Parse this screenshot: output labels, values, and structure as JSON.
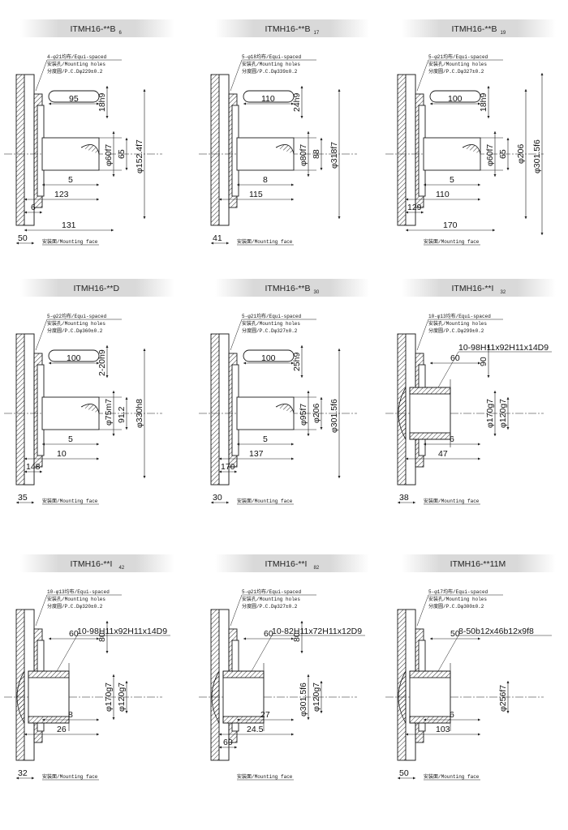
{
  "colors": {
    "line": "#1a1a1a",
    "hatch": "#1a1a1a",
    "title_band": "#d9d9d9",
    "background": "#ffffff"
  },
  "panels": [
    {
      "title_main": "ITMH16-**B",
      "title_sub": "6",
      "notes": [
        "4-φ21均布/Equi-spaced",
        "安装孔/Mounting holes",
        "分度圆/P.C.Dφ229±0.2"
      ],
      "spline": "",
      "dims": {
        "a": "95",
        "b": "18h9",
        "c": "65",
        "d": "φ60f7",
        "e": "φ152.4f7",
        "f": "",
        "g": "5",
        "h": "123",
        "i": "6",
        "j": "131",
        "k": "50"
      },
      "face": "安装面/Mounting face"
    },
    {
      "title_main": "ITMH16-**B",
      "title_sub": "17",
      "notes": [
        "5-φ18均布/Equi-spaced",
        "安装孔/Mounting holes",
        "分度圆/P.C.Dφ339±0.2"
      ],
      "spline": "",
      "dims": {
        "a": "110",
        "b": "24h9",
        "c": "88",
        "d": "φ80f7",
        "e": "φ318f7",
        "f": "",
        "g": "8",
        "h": "115",
        "i": "",
        "j": "",
        "k": "41"
      },
      "face": "安装面/Mounting face"
    },
    {
      "title_main": "ITMH16-**B",
      "title_sub": "19",
      "notes": [
        "5-φ21均布/Equi-spaced",
        "安装孔/Mounting holes",
        "分度圆/P.C.Dφ327±0.2"
      ],
      "spline": "",
      "dims": {
        "a": "100",
        "b": "18h9",
        "c": "65",
        "d": "φ60f7",
        "e": "φ206",
        "f": "φ301.5f6",
        "g": "5",
        "h": "110",
        "i": "129",
        "j": "170",
        "k": ""
      },
      "face": "安装面/Mounting face"
    },
    {
      "title_main": "ITMH16-**D",
      "title_sub": "",
      "notes": [
        "5-φ22均布/Equi-spaced",
        "安装孔/Mounting holes",
        "分度圆/P.C.Dφ360±0.2"
      ],
      "spline": "",
      "dims": {
        "a": "100",
        "b": "2-20h9",
        "c": "91.2",
        "d": "φ75m7",
        "e": "φ330h8",
        "f": "",
        "g": "5",
        "h": "10",
        "i": "148",
        "j": "",
        "k": "35"
      },
      "face": "安装面/Mounting face"
    },
    {
      "title_main": "ITMH16-**B",
      "title_sub": "30",
      "notes": [
        "5-φ21均布/Equi-spaced",
        "安装孔/Mounting holes",
        "分度圆/P.C.Dφ327±0.2"
      ],
      "spline": "",
      "dims": {
        "a": "100",
        "b": "25h9",
        "c": "φ206",
        "d": "φ95f7",
        "e": "φ301.5f6",
        "f": "",
        "g": "5",
        "h": "137",
        "i": "170",
        "j": "",
        "k": "30"
      },
      "face": "安装面/Mounting face"
    },
    {
      "title_main": "ITMH16-**I",
      "title_sub": "32",
      "notes": [
        "10-φ13均布/Equi-spaced",
        "安装孔/Mounting holes",
        "分度圆/P.C.Dφ299±0.2"
      ],
      "spline": "10-98H11x92H11x14D9",
      "dims": {
        "a": "60",
        "b": "90",
        "c": "φ120g7",
        "d": "φ170g7",
        "e": "",
        "f": "",
        "g": "6",
        "h": "47",
        "i": "",
        "j": "",
        "k": "38"
      },
      "face": "安装面/Mounting face"
    },
    {
      "title_main": "ITMH16-**I",
      "title_sub": "42",
      "notes": [
        "10-φ13均布/Equi-spaced",
        "安装孔/Mounting holes",
        "分度圆/P.C.Dφ320±0.2"
      ],
      "spline": "10-98H11x92H11x14D9",
      "dims": {
        "a": "60",
        "b": "80",
        "c": "φ120g7",
        "d": "φ170g7",
        "e": "",
        "f": "",
        "g": "8",
        "h": "26",
        "i": "",
        "j": "",
        "k": "32"
      },
      "face": "安装面/Mounting face"
    },
    {
      "title_main": "ITMH16-**I",
      "title_sub": "82",
      "notes": [
        "5-φ21均布/Equi-spaced",
        "安装孔/Mounting holes",
        "分度圆/P.C.Dφ327±0.2"
      ],
      "spline": "10-82H11x72H11x12D9",
      "dims": {
        "a": "60",
        "b": "80",
        "c": "φ120g7",
        "d": "φ301.5f6",
        "e": "",
        "f": "",
        "g": "27",
        "h": "24.5",
        "i": "60",
        "j": "",
        "k": ""
      },
      "face": "安装面/Mounting face"
    },
    {
      "title_main": "ITMH16-**11M",
      "title_sub": "",
      "notes": [
        "5-φ17均布/Equi-spaced",
        "安装孔/Mounting holes",
        "分度圆/P.C.Dφ300±0.2"
      ],
      "spline": "8-50b12x46b12x9f8",
      "dims": {
        "a": "50",
        "b": "",
        "c": "φ256f7",
        "d": "",
        "e": "",
        "f": "",
        "g": "6",
        "h": "103",
        "i": "",
        "j": "",
        "k": "50"
      },
      "face": "安装面/Mounting face"
    }
  ]
}
